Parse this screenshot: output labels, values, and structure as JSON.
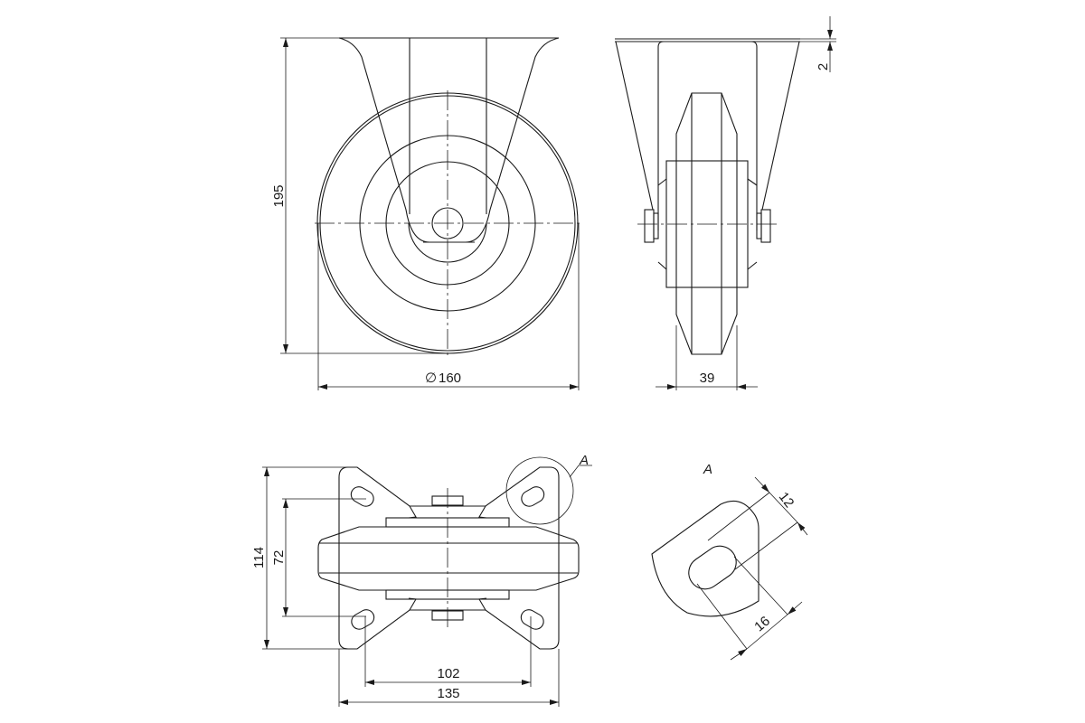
{
  "front_view": {
    "height_dim": "195",
    "diameter_dim": "160",
    "diameter_symbol": "∅"
  },
  "side_view": {
    "width_dim": "39",
    "plate_thickness_dim": "2"
  },
  "bottom_view": {
    "plate_height_dim": "114",
    "hole_spacing_y_dim": "72",
    "hole_spacing_x_dim": "102",
    "plate_width_dim": "135",
    "detail_marker": "A"
  },
  "detail_view": {
    "label": "A",
    "slot_width_dim": "12",
    "slot_length_dim": "16"
  }
}
